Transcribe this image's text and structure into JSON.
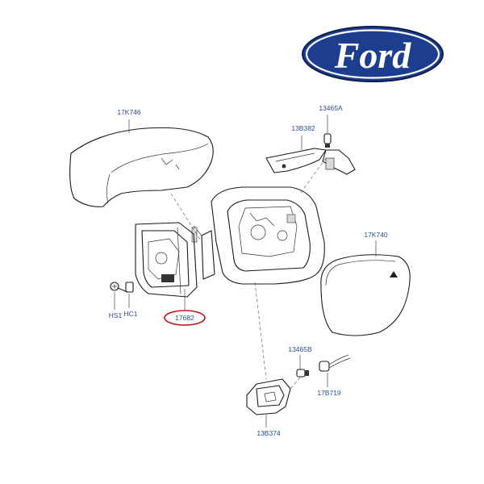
{
  "brand": {
    "logo_text": "Ford",
    "oval_color": "#1d3d8f",
    "text_color": "#ffffff"
  },
  "labels": {
    "cap": "17K746",
    "bulb_top": "13465A",
    "indicator": "13B382",
    "glass": "17K740",
    "screw": "HS1",
    "clip": "HC1",
    "motor": "17682",
    "bulb_bottom": "13465B",
    "socket": "17B719",
    "puddle_lamp": "13B374"
  },
  "colors": {
    "label": "#2a4e8c",
    "highlight": "#c0171f"
  }
}
